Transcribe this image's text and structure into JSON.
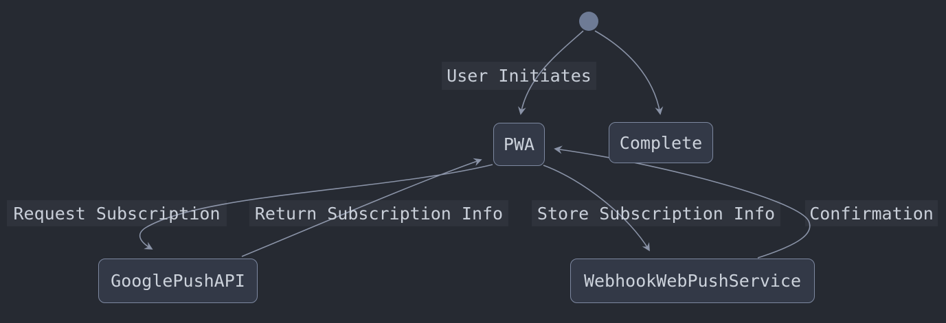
{
  "diagram": {
    "type": "state-diagram",
    "nodes": [
      {
        "id": "PWA",
        "label": "PWA"
      },
      {
        "id": "Complete",
        "label": "Complete"
      },
      {
        "id": "GooglePushAPI",
        "label": "GooglePushAPI"
      },
      {
        "id": "WebhookWebPushService",
        "label": "WebhookWebPushService"
      }
    ],
    "edges": [
      {
        "from": "start",
        "to": "PWA",
        "label": "User Initiates"
      },
      {
        "from": "start",
        "to": "Complete",
        "label": ""
      },
      {
        "from": "PWA",
        "to": "GooglePushAPI",
        "label": "Request Subscription"
      },
      {
        "from": "GooglePushAPI",
        "to": "PWA",
        "label": "Return Subscription Info"
      },
      {
        "from": "PWA",
        "to": "WebhookWebPushService",
        "label": "Store Subscription Info"
      },
      {
        "from": "WebhookWebPushService",
        "to": "PWA",
        "label": "Confirmation"
      }
    ],
    "colors": {
      "background": "#262a32",
      "node_fill": "#333947",
      "node_border": "#7e89a1",
      "node_text": "#ccd2db",
      "edge_stroke": "#8a93a7",
      "label_text": "#c9cfd9",
      "start_dot": "#6e7b95"
    }
  }
}
